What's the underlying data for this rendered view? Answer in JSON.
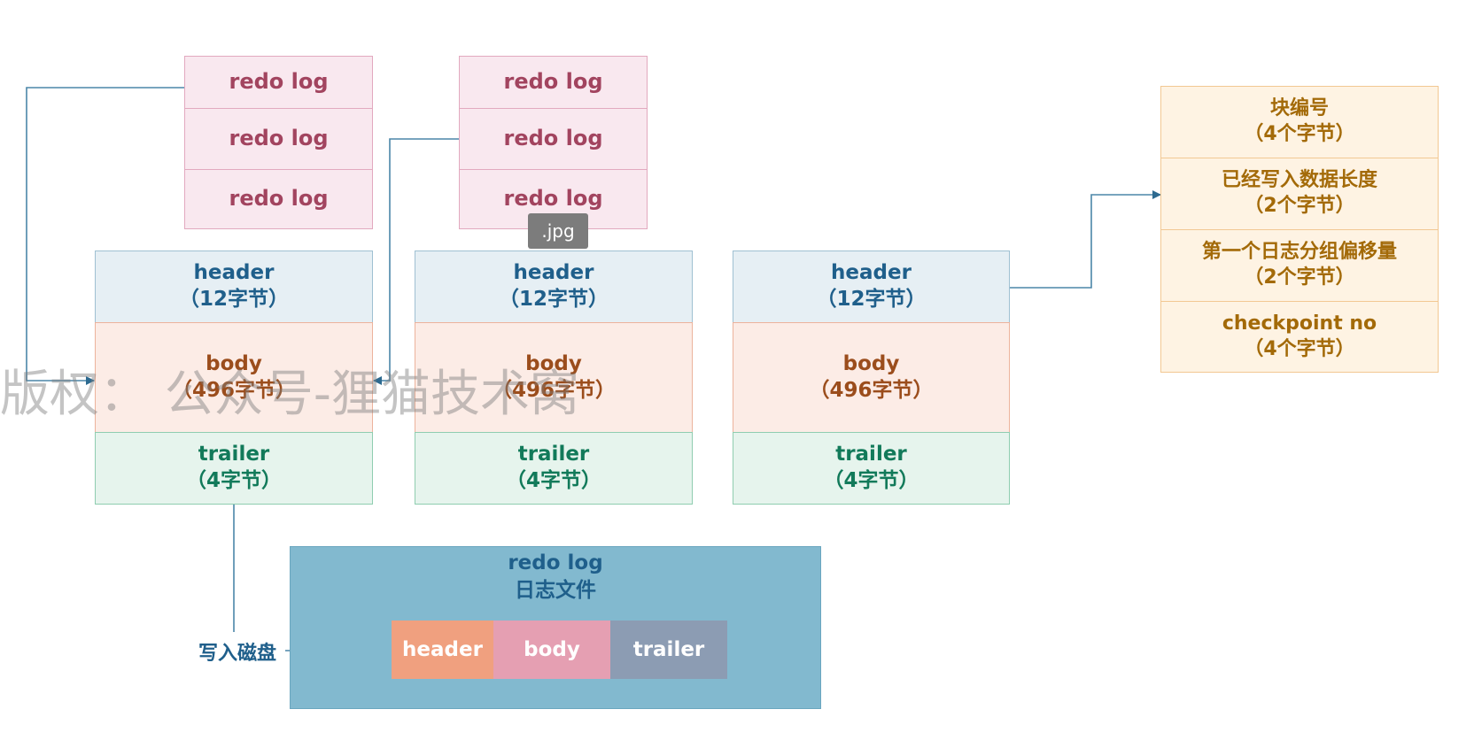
{
  "redo_log_groups": [
    [
      "redo log",
      "redo log",
      "redo log"
    ],
    [
      "redo log",
      "redo log",
      "redo log"
    ]
  ],
  "blocks": [
    {
      "header_name": "header",
      "header_size": "（12字节）",
      "body_name": "body",
      "body_size": "（496字节）",
      "trailer_name": "trailer",
      "trailer_size": "（4字节）"
    },
    {
      "header_name": "header",
      "header_size": "（12字节）",
      "body_name": "body",
      "body_size": "（496字节）",
      "trailer_name": "trailer",
      "trailer_size": "（4字节）"
    },
    {
      "header_name": "header",
      "header_size": "（12字节）",
      "body_name": "body",
      "body_size": "（496字节）",
      "trailer_name": "trailer",
      "trailer_size": "（4字节）"
    }
  ],
  "header_fields": [
    {
      "name": "块编号",
      "size": "（4个字节）"
    },
    {
      "name": "已经写入数据长度",
      "size": "（2个字节）"
    },
    {
      "name": "第一个日志分组偏移量",
      "size": "（2个字节）"
    },
    {
      "name": "checkpoint no",
      "size": "（4个字节）"
    }
  ],
  "file": {
    "title": "redo log",
    "subtitle": "日志文件",
    "segments": [
      "header",
      "body",
      "trailer"
    ]
  },
  "write_label": "写入磁盘",
  "badge": ".jpg",
  "watermark": "版权： 公众号-狸猫技术窝",
  "colors": {
    "log_fill": "#f9e8ef",
    "log_text": "#a2445f",
    "header_fill": "#e6eff4",
    "header_text": "#1f5f8b",
    "body_fill": "#fcece6",
    "body_text": "#9b4d1c",
    "trailer_fill": "#e6f4ed",
    "trailer_text": "#127a5a",
    "detail_fill": "#fef3e3",
    "detail_text": "#a36a08",
    "file_fill": "#82b9cf",
    "seg_header": "#f0a07f",
    "seg_body": "#e59fb2",
    "seg_trailer": "#8c9cb3",
    "connector": "#4b86a8"
  }
}
